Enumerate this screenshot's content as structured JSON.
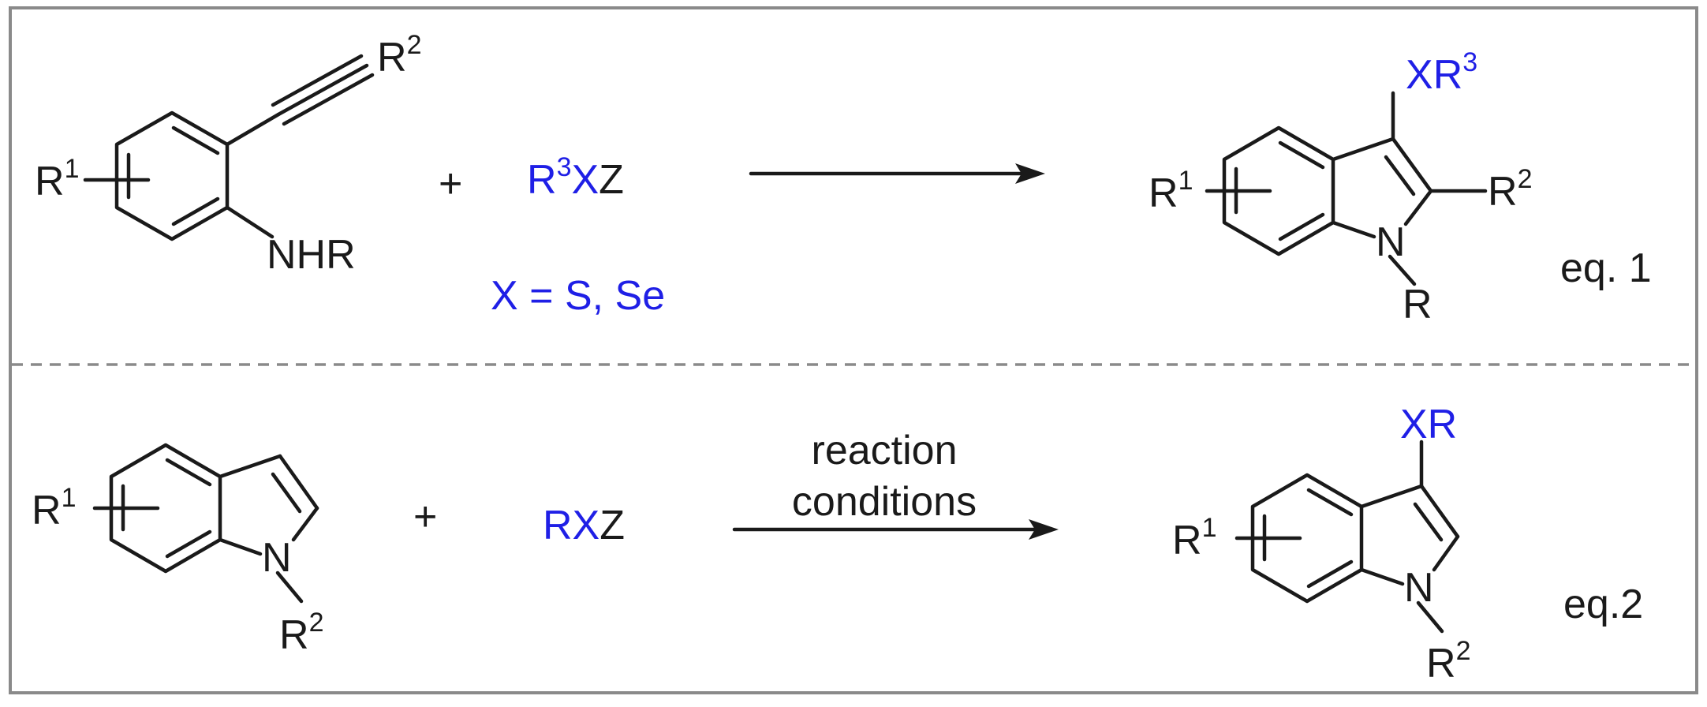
{
  "equation1": {
    "reactant_alkyne": {
      "substituent_ring": "R",
      "substituent_ring_sup": "1",
      "substituent_alkyne": "R",
      "substituent_alkyne_sup": "2",
      "amine_group": "NHR"
    },
    "plus": "+",
    "reagent": {
      "r": "R",
      "r_sup": "3",
      "x": "X",
      "z": "Z"
    },
    "reagent_condition": "X = S, Se",
    "product": {
      "substituent_ring": "R",
      "substituent_ring_sup": "1",
      "substituent_c3_x": "X",
      "substituent_c3_r": "R",
      "substituent_c3_sup": "3",
      "substituent_c2": "R",
      "substituent_c2_sup": "2",
      "nitrogen": "N",
      "n_substituent": "R"
    },
    "label": "eq. 1"
  },
  "equation2": {
    "reactant_indole": {
      "substituent_ring": "R",
      "substituent_ring_sup": "1",
      "nitrogen": "N",
      "n_substituent": "R",
      "n_substituent_sup": "2"
    },
    "plus": "+",
    "reagent": {
      "rx": "RX",
      "z": "Z"
    },
    "conditions": [
      "reaction",
      "conditions"
    ],
    "product": {
      "substituent_ring": "R",
      "substituent_ring_sup": "1",
      "substituent_c3": "XR",
      "nitrogen": "N",
      "n_substituent": "R",
      "n_substituent_sup": "2"
    },
    "label": "eq.2"
  },
  "colors": {
    "highlight": "#1f1fe6",
    "text": "#1a1a1a",
    "frame": "#8a8a8a"
  }
}
